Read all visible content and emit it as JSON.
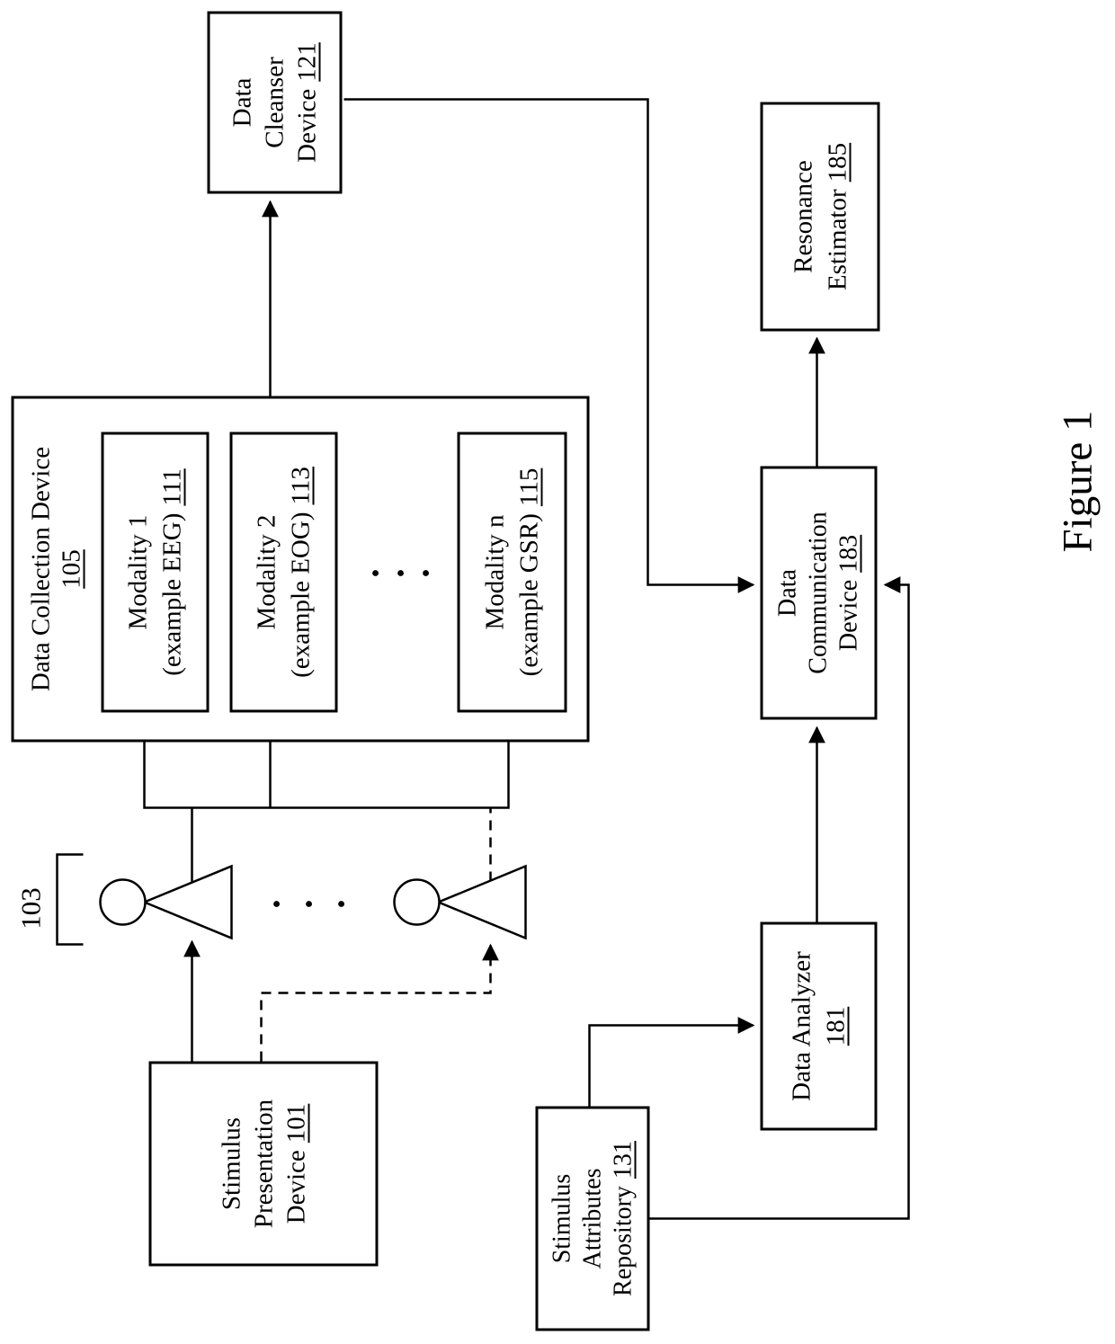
{
  "caption": "Figure 1",
  "panel_group": {
    "ref": "103"
  },
  "dots": {
    "char": "·"
  },
  "nodes": {
    "stimulus_presentation": {
      "l1": "Stimulus",
      "l2": "Presentation",
      "l3": "Device",
      "ref": "101"
    },
    "data_collection": {
      "l1": "Data Collection Device",
      "ref": "105"
    },
    "modality1": {
      "l1": "Modality 1",
      "l2": "(example EEG)",
      "ref": "111"
    },
    "modality2": {
      "l1": "Modality 2",
      "l2": "(example EOG)",
      "ref": "113"
    },
    "modalityn": {
      "l1": "Modality n",
      "l2": "(example GSR)",
      "ref": "115"
    },
    "cleanser": {
      "l1": "Data",
      "l2": "Cleanser",
      "l3": "Device",
      "ref": "121"
    },
    "repository": {
      "l1": "Stimulus",
      "l2": "Attributes",
      "l3": "Repository",
      "ref": "131"
    },
    "analyzer": {
      "l1": "Data Analyzer",
      "ref": "181"
    },
    "comm": {
      "l1": "Data",
      "l2": "Communication",
      "l3": "Device",
      "ref": "183"
    },
    "estimator": {
      "l1": "Resonance",
      "l2": "Estimator",
      "ref": "185"
    }
  }
}
